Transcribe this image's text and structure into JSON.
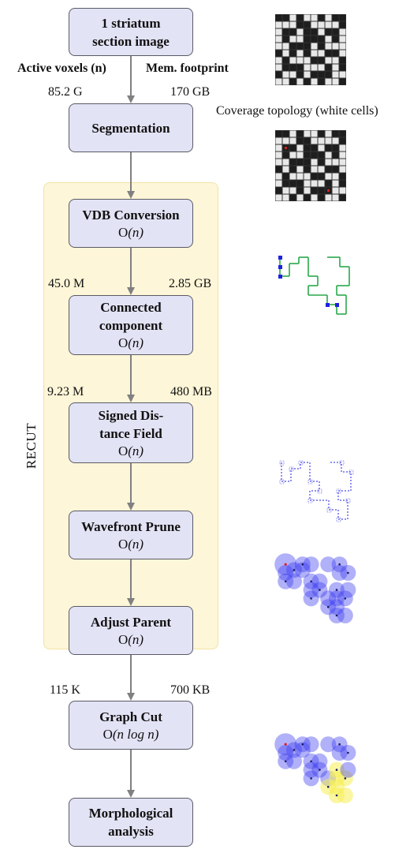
{
  "colors": {
    "box_fill": "#e3e3f6",
    "box_border": "#5a5a66",
    "region_fill": "#fdf6d8",
    "arrow": "#808080",
    "skeleton_green": "#2aa84a",
    "skeleton_blue": "#2020e0",
    "sphere_blue": "#3b3bf0",
    "sphere_yellow": "#f5ee55",
    "seed_red": "#e02020"
  },
  "headers": {
    "active_voxels": "Active voxels (n)",
    "mem_footprint": "Mem. footprint"
  },
  "region_label": "RECUT",
  "caption": "Coverage topology (white cells)",
  "boxes": [
    {
      "title": "1 striatum\nsection image",
      "complexity": ""
    },
    {
      "title": "Segmentation",
      "complexity": ""
    },
    {
      "title": "VDB Conversion",
      "complexity": "(n)"
    },
    {
      "title": "Connected\ncomponent",
      "complexity": "(n)"
    },
    {
      "title": "Signed Dis-\ntance Field",
      "complexity": "(n)"
    },
    {
      "title": "Wavefront Prune",
      "complexity": "(n)"
    },
    {
      "title": "Adjust Parent",
      "complexity": "(n)"
    },
    {
      "title": "Graph Cut",
      "complexity": "(n log n)"
    },
    {
      "title": "Morphological\nanalysis",
      "complexity": ""
    }
  ],
  "complexity_symbol": "O",
  "stats": [
    {
      "voxels": "85.2 G",
      "mem": "170 GB"
    },
    {
      "voxels": "45.0 M",
      "mem": "2.85 GB"
    },
    {
      "voxels": "9.23 M",
      "mem": "480 MB"
    },
    {
      "voxels": "115 K",
      "mem": "700 KB"
    }
  ],
  "icons": [
    "grid-image-icon",
    "grid-seeds-icon",
    "skeleton-graph-icon",
    "dashed-skeleton-icon",
    "sphere-cover-icon",
    "graph-cut-spheres-icon"
  ]
}
